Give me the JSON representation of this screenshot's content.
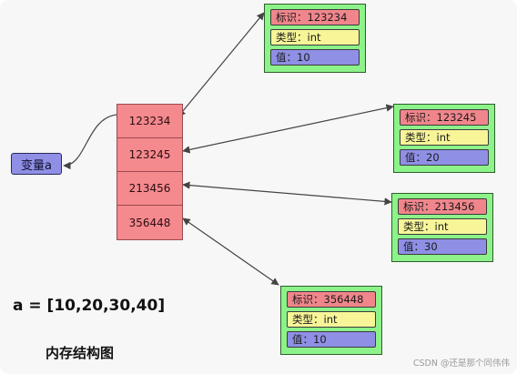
{
  "variable": {
    "label": "变量a"
  },
  "memory": {
    "cells": [
      "123234",
      "123245",
      "213456",
      "356448"
    ]
  },
  "objects": [
    {
      "id_label": "标识：123234",
      "type_label": "类型：int",
      "value_label": "值：10"
    },
    {
      "id_label": "标识：123245",
      "type_label": "类型：int",
      "value_label": "值：20"
    },
    {
      "id_label": "标识：213456",
      "type_label": "类型：int",
      "value_label": "值：30"
    },
    {
      "id_label": "标识：356448",
      "type_label": "类型：int",
      "value_label": "值：10"
    }
  ],
  "list_literal": "a = [10,20,30,40]",
  "caption": "内存结构图",
  "watermark": "CSDN @还是那个同伟伟",
  "colors": {
    "object_bg": "#8cf289",
    "id_field": "#f0868c",
    "type_field": "#f7f598",
    "value_field": "#8f8fe6",
    "memory_bg": "#f4898e",
    "variable_bg": "#8f8fe6"
  }
}
